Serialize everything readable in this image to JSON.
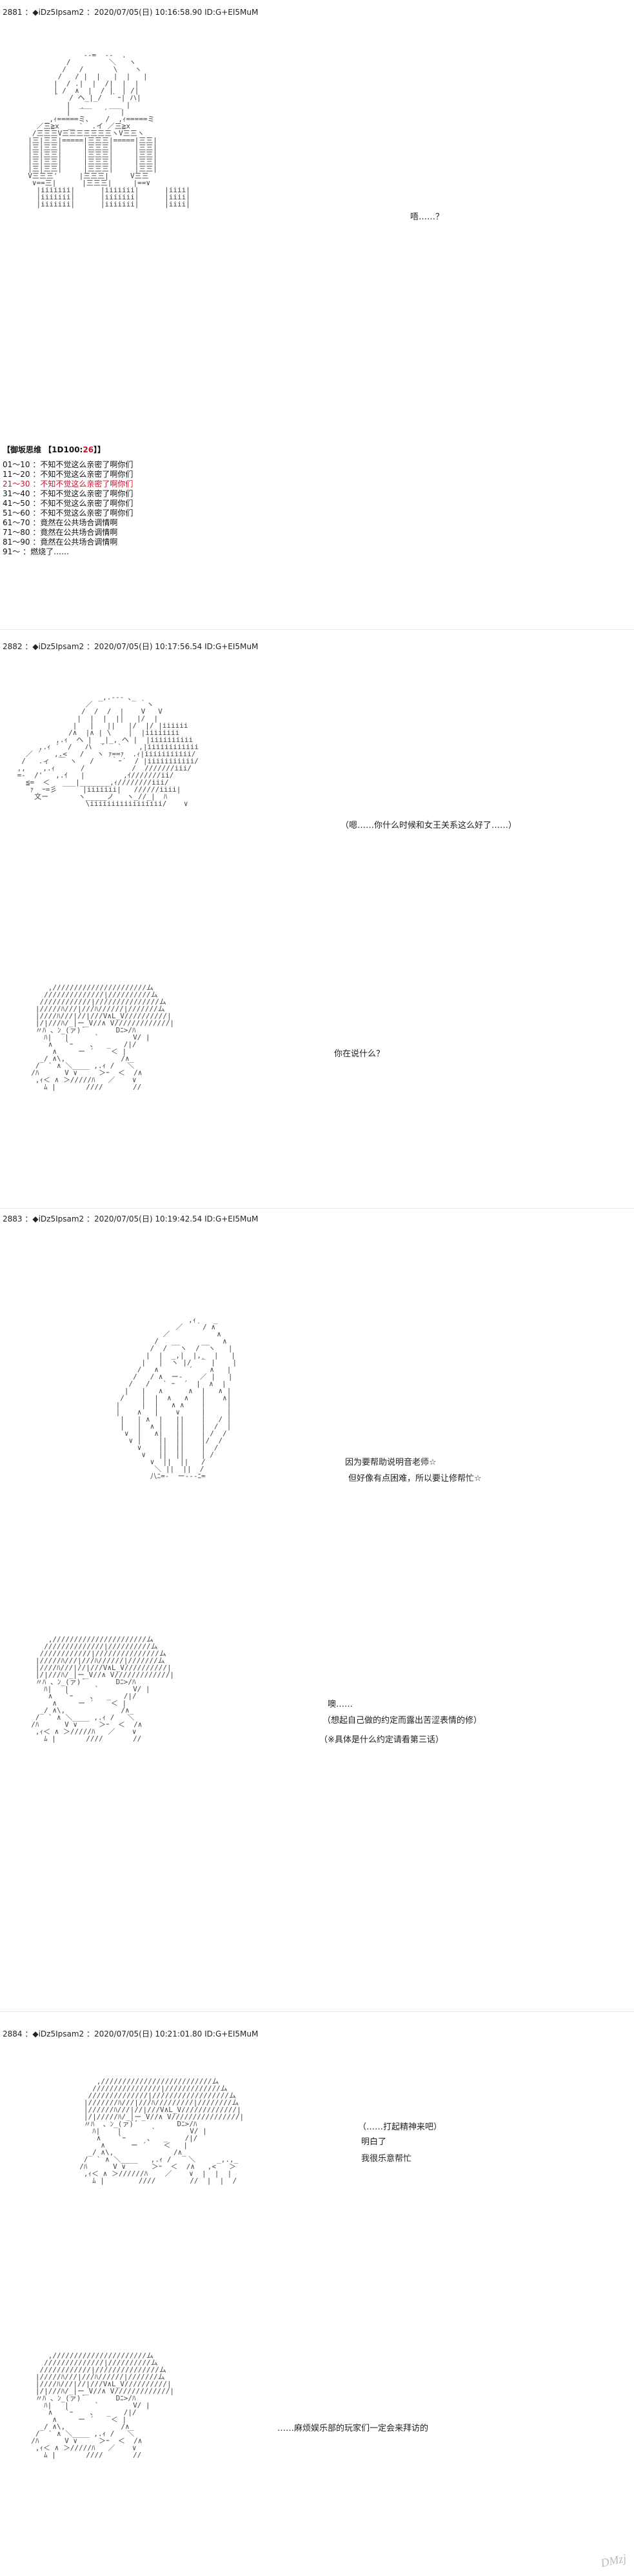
{
  "posts": [
    {
      "header": "2881 ：◆iDz5Ipsam2 ：2020/07/05(日) 10:16:58.90 ID:G+EI5MuM",
      "dialogs": [
        "唔……？"
      ],
      "roll": {
        "title_prefix": "【御坂思维 【1D100:",
        "title_value": "26",
        "title_suffix": "】】",
        "lines": [
          {
            "text": "01～10 ：不知不觉这么亲密了啊你们",
            "highlight": false
          },
          {
            "text": "11～20 ：不知不觉这么亲密了啊你们",
            "highlight": false
          },
          {
            "text": "21～30 ：不知不觉这么亲密了啊你们",
            "highlight": true
          },
          {
            "text": "31～40 ：不知不觉这么亲密了啊你们",
            "highlight": false
          },
          {
            "text": "41～50 ：不知不觉这么亲密了啊你们",
            "highlight": false
          },
          {
            "text": "51～60 ：不知不觉这么亲密了啊你们",
            "highlight": false
          },
          {
            "text": "61～70 ：竟然在公共场合调情啊",
            "highlight": false
          },
          {
            "text": "71～80 ：竟然在公共场合调情啊",
            "highlight": false
          },
          {
            "text": "81～90 ：竟然在公共场合调情啊",
            "highlight": false
          },
          {
            "text": "91～ ：燃烧了……",
            "highlight": false
          }
        ]
      }
    },
    {
      "header": "2882 ：◆iDz5Ipsam2 ：2020/07/05(日) 10:17:56.54 ID:G+EI5MuM",
      "dialogs": [
        "（嗯……你什么时候和女王关系这么好了……）",
        "你在说什么？"
      ]
    },
    {
      "header": "2883 ：◆iDz5Ipsam2 ：2020/07/05(日) 10:19:42.54 ID:G+EI5MuM",
      "dialogs": [
        "因为要帮助说明音老师☆",
        "但好像有点困难，所以要让修帮忙☆",
        "噢……",
        "（想起自己做的约定而露出苦涩表情的修）",
        "（※具体是什么约定请看第三话）"
      ]
    },
    {
      "header": "2884 ：◆iDz5Ipsam2 ：2020/07/05(日) 10:21:01.80 ID:G+EI5MuM",
      "dialogs": [
        "（……打起精神来吧）",
        "明白了",
        "我很乐意帮忙",
        "……麻烦娱乐部的玩家们一定会来拜访的"
      ]
    }
  ],
  "watermark": "DMzj"
}
